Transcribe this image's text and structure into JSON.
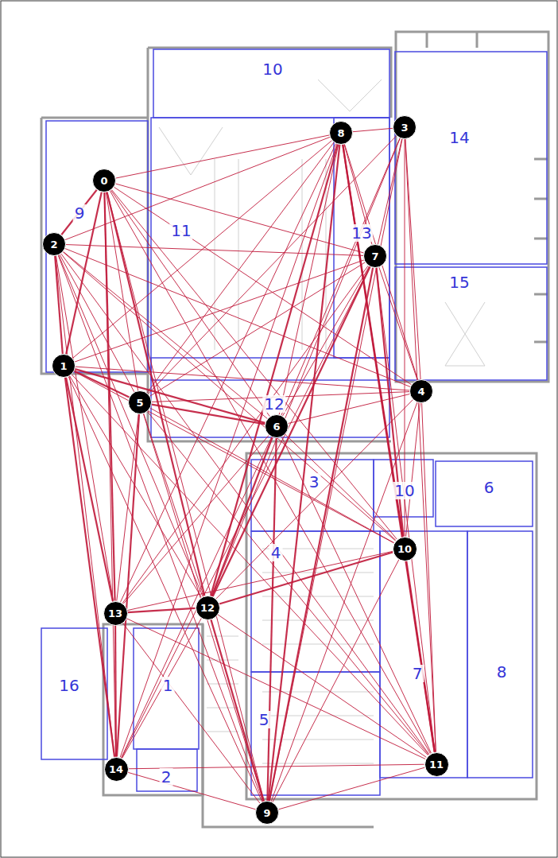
{
  "diagram": {
    "nodes": [
      {
        "text": [
          "0"
        ]
      },
      {
        "text": [
          "1"
        ]
      },
      {
        "text": [
          "2"
        ]
      },
      {
        "text": [
          "3"
        ]
      },
      {
        "text": [
          "4"
        ]
      },
      {
        "text": [
          "5"
        ]
      },
      {
        "text": [
          "6"
        ]
      },
      {
        "text": [
          "7"
        ]
      },
      {
        "text": [
          "8"
        ]
      },
      {
        "text": [
          "9"
        ]
      },
      {
        "text": [
          "10"
        ]
      },
      {
        "text": [
          "11"
        ]
      },
      {
        "text": [
          "12"
        ]
      },
      {
        "text": [
          "13"
        ]
      },
      {
        "text": [
          "14"
        ]
      }
    ],
    "edges": [
      {
        "from": 0,
        "to": 1,
        "arrow": "none"
      },
      {
        "from": 0,
        "to": 2,
        "arrow": "none"
      },
      {
        "from": 0,
        "to": 4,
        "arrow": "none"
      },
      {
        "from": 0,
        "to": 5,
        "arrow": "none"
      },
      {
        "from": 0,
        "to": 6,
        "arrow": "none"
      },
      {
        "from": 0,
        "to": 7,
        "arrow": "none"
      },
      {
        "from": 0,
        "to": 8,
        "arrow": "none"
      },
      {
        "from": 0,
        "to": 9,
        "arrow": "none"
      },
      {
        "from": 0,
        "to": 10,
        "arrow": "none"
      },
      {
        "from": 0,
        "to": 11,
        "arrow": "none"
      },
      {
        "from": 0,
        "to": 12,
        "arrow": "none"
      },
      {
        "from": 0,
        "to": 13,
        "arrow": "none"
      },
      {
        "from": 0,
        "to": 14,
        "arrow": "none"
      },
      {
        "from": 1,
        "to": 2,
        "arrow": "none"
      },
      {
        "from": 1,
        "to": 4,
        "arrow": "none"
      },
      {
        "from": 1,
        "to": 5,
        "arrow": "none"
      },
      {
        "from": 1,
        "to": 6,
        "arrow": "none"
      },
      {
        "from": 1,
        "to": 7,
        "arrow": "none"
      },
      {
        "from": 1,
        "to": 8,
        "arrow": "none"
      },
      {
        "from": 1,
        "to": 9,
        "arrow": "none"
      },
      {
        "from": 1,
        "to": 10,
        "arrow": "none"
      },
      {
        "from": 1,
        "to": 11,
        "arrow": "none"
      },
      {
        "from": 1,
        "to": 12,
        "arrow": "none"
      },
      {
        "from": 1,
        "to": 13,
        "arrow": "none"
      },
      {
        "from": 1,
        "to": 14,
        "arrow": "none"
      },
      {
        "from": 2,
        "to": 4,
        "arrow": "none"
      },
      {
        "from": 2,
        "to": 5,
        "arrow": "none"
      },
      {
        "from": 2,
        "to": 6,
        "arrow": "none"
      },
      {
        "from": 2,
        "to": 7,
        "arrow": "none"
      },
      {
        "from": 2,
        "to": 8,
        "arrow": "none"
      },
      {
        "from": 2,
        "to": 9,
        "arrow": "none"
      },
      {
        "from": 2,
        "to": 10,
        "arrow": "none"
      },
      {
        "from": 2,
        "to": 11,
        "arrow": "none"
      },
      {
        "from": 2,
        "to": 12,
        "arrow": "none"
      },
      {
        "from": 2,
        "to": 13,
        "arrow": "none"
      },
      {
        "from": 2,
        "to": 14,
        "arrow": "none"
      },
      {
        "from": 3,
        "to": 4,
        "arrow": "none"
      },
      {
        "from": 3,
        "to": 5,
        "arrow": "none"
      },
      {
        "from": 3,
        "to": 6,
        "arrow": "none"
      },
      {
        "from": 3,
        "to": 7,
        "arrow": "none"
      },
      {
        "from": 3,
        "to": 8,
        "arrow": "none"
      },
      {
        "from": 3,
        "to": 9,
        "arrow": "none"
      },
      {
        "from": 3,
        "to": 10,
        "arrow": "none"
      },
      {
        "from": 3,
        "to": 11,
        "arrow": "none"
      },
      {
        "from": 3,
        "to": 12,
        "arrow": "none"
      },
      {
        "from": 4,
        "to": 5,
        "arrow": "none"
      },
      {
        "from": 4,
        "to": 6,
        "arrow": "none"
      },
      {
        "from": 4,
        "to": 7,
        "arrow": "none"
      },
      {
        "from": 4,
        "to": 8,
        "arrow": "none"
      },
      {
        "from": 4,
        "to": 9,
        "arrow": "none"
      },
      {
        "from": 4,
        "to": 10,
        "arrow": "none"
      },
      {
        "from": 4,
        "to": 11,
        "arrow": "none"
      },
      {
        "from": 4,
        "to": 12,
        "arrow": "none"
      },
      {
        "from": 5,
        "to": 6,
        "arrow": "none"
      },
      {
        "from": 5,
        "to": 7,
        "arrow": "none"
      },
      {
        "from": 5,
        "to": 8,
        "arrow": "none"
      },
      {
        "from": 5,
        "to": 9,
        "arrow": "none"
      },
      {
        "from": 5,
        "to": 10,
        "arrow": "none"
      },
      {
        "from": 5,
        "to": 11,
        "arrow": "none"
      },
      {
        "from": 5,
        "to": 12,
        "arrow": "none"
      },
      {
        "from": 5,
        "to": 13,
        "arrow": "none"
      },
      {
        "from": 5,
        "to": 14,
        "arrow": "none"
      },
      {
        "from": 6,
        "to": 7,
        "arrow": "none"
      },
      {
        "from": 6,
        "to": 8,
        "arrow": "none"
      },
      {
        "from": 6,
        "to": 9,
        "arrow": "none"
      },
      {
        "from": 6,
        "to": 10,
        "arrow": "none"
      },
      {
        "from": 6,
        "to": 11,
        "arrow": "none"
      },
      {
        "from": 6,
        "to": 12,
        "arrow": "none"
      },
      {
        "from": 6,
        "to": 13,
        "arrow": "none"
      },
      {
        "from": 6,
        "to": 14,
        "arrow": "none"
      },
      {
        "from": 7,
        "to": 8,
        "arrow": "none"
      },
      {
        "from": 7,
        "to": 9,
        "arrow": "none"
      },
      {
        "from": 7,
        "to": 10,
        "arrow": "none"
      },
      {
        "from": 7,
        "to": 11,
        "arrow": "none"
      },
      {
        "from": 7,
        "to": 12,
        "arrow": "none"
      },
      {
        "from": 7,
        "to": 13,
        "arrow": "none"
      },
      {
        "from": 7,
        "to": 14,
        "arrow": "none"
      },
      {
        "from": 8,
        "to": 9,
        "arrow": "none"
      },
      {
        "from": 8,
        "to": 10,
        "arrow": "none"
      },
      {
        "from": 8,
        "to": 11,
        "arrow": "none"
      },
      {
        "from": 8,
        "to": 12,
        "arrow": "none"
      },
      {
        "from": 8,
        "to": 13,
        "arrow": "none"
      },
      {
        "from": 8,
        "to": 14,
        "arrow": "none"
      },
      {
        "from": 9,
        "to": 10,
        "arrow": "none"
      },
      {
        "from": 9,
        "to": 11,
        "arrow": "none"
      },
      {
        "from": 9,
        "to": 12,
        "arrow": "none"
      },
      {
        "from": 9,
        "to": 13,
        "arrow": "none"
      },
      {
        "from": 9,
        "to": 14,
        "arrow": "none"
      },
      {
        "from": 10,
        "to": 11,
        "arrow": "none"
      },
      {
        "from": 10,
        "to": 12,
        "arrow": "none"
      },
      {
        "from": 10,
        "to": 13,
        "arrow": "none"
      },
      {
        "from": 11,
        "to": 12,
        "arrow": "none"
      },
      {
        "from": 11,
        "to": 13,
        "arrow": "none"
      },
      {
        "from": 11,
        "to": 14,
        "arrow": "none"
      },
      {
        "from": 12,
        "to": 13,
        "arrow": "none"
      },
      {
        "from": 12,
        "to": 14,
        "arrow": "none"
      },
      {
        "from": 13,
        "to": 14,
        "arrow": "none"
      }
    ],
    "labels": [
      "10",
      "9",
      "11",
      "13",
      "14",
      "15",
      "12",
      "3",
      "10",
      "6",
      "4",
      "7",
      "8",
      "16",
      "1",
      "5",
      "2"
    ]
  }
}
